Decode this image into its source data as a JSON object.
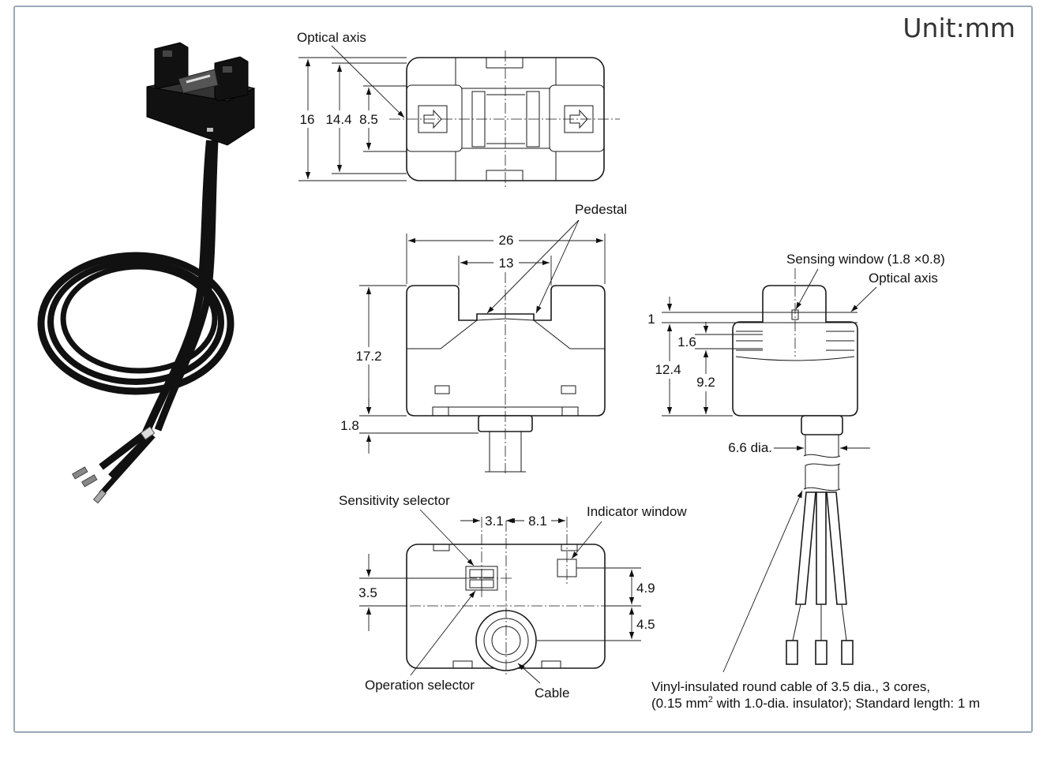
{
  "unit_label": "Unit:mm",
  "front_view": {
    "optical_axis": "Optical axis",
    "dims": {
      "height": "16",
      "inner": "14.4",
      "axis": "8.5"
    }
  },
  "side_view": {
    "pedestal": "Pedestal",
    "dims": {
      "width": "26",
      "slot": "13",
      "height": "17.2",
      "base": "1.8"
    }
  },
  "right_view": {
    "sensing_window": "Sensing window (1.8 ×0.8)",
    "optical_axis": "Optical axis",
    "dims": {
      "top": "1",
      "gap": "1.6",
      "total": "12.4",
      "axis_height": "9.2",
      "cable_dia": "6.6 dia."
    }
  },
  "bottom_view": {
    "sensitivity_selector": "Sensitivity selector",
    "indicator_window": "Indicator window",
    "operation_selector": "Operation selector",
    "cable": "Cable",
    "dims": {
      "a": "3.1",
      "b": "8.1",
      "c": "3.5",
      "d": "4.9",
      "e": "4.5"
    }
  },
  "cable_note": {
    "line1": "Vinyl-insulated round cable of 3.5 dia., 3 cores,",
    "line2_pre": "(0.15 mm",
    "line2_sup": "2",
    "line2_post": " with 1.0-dia. insulator); Standard length: 1 m"
  }
}
